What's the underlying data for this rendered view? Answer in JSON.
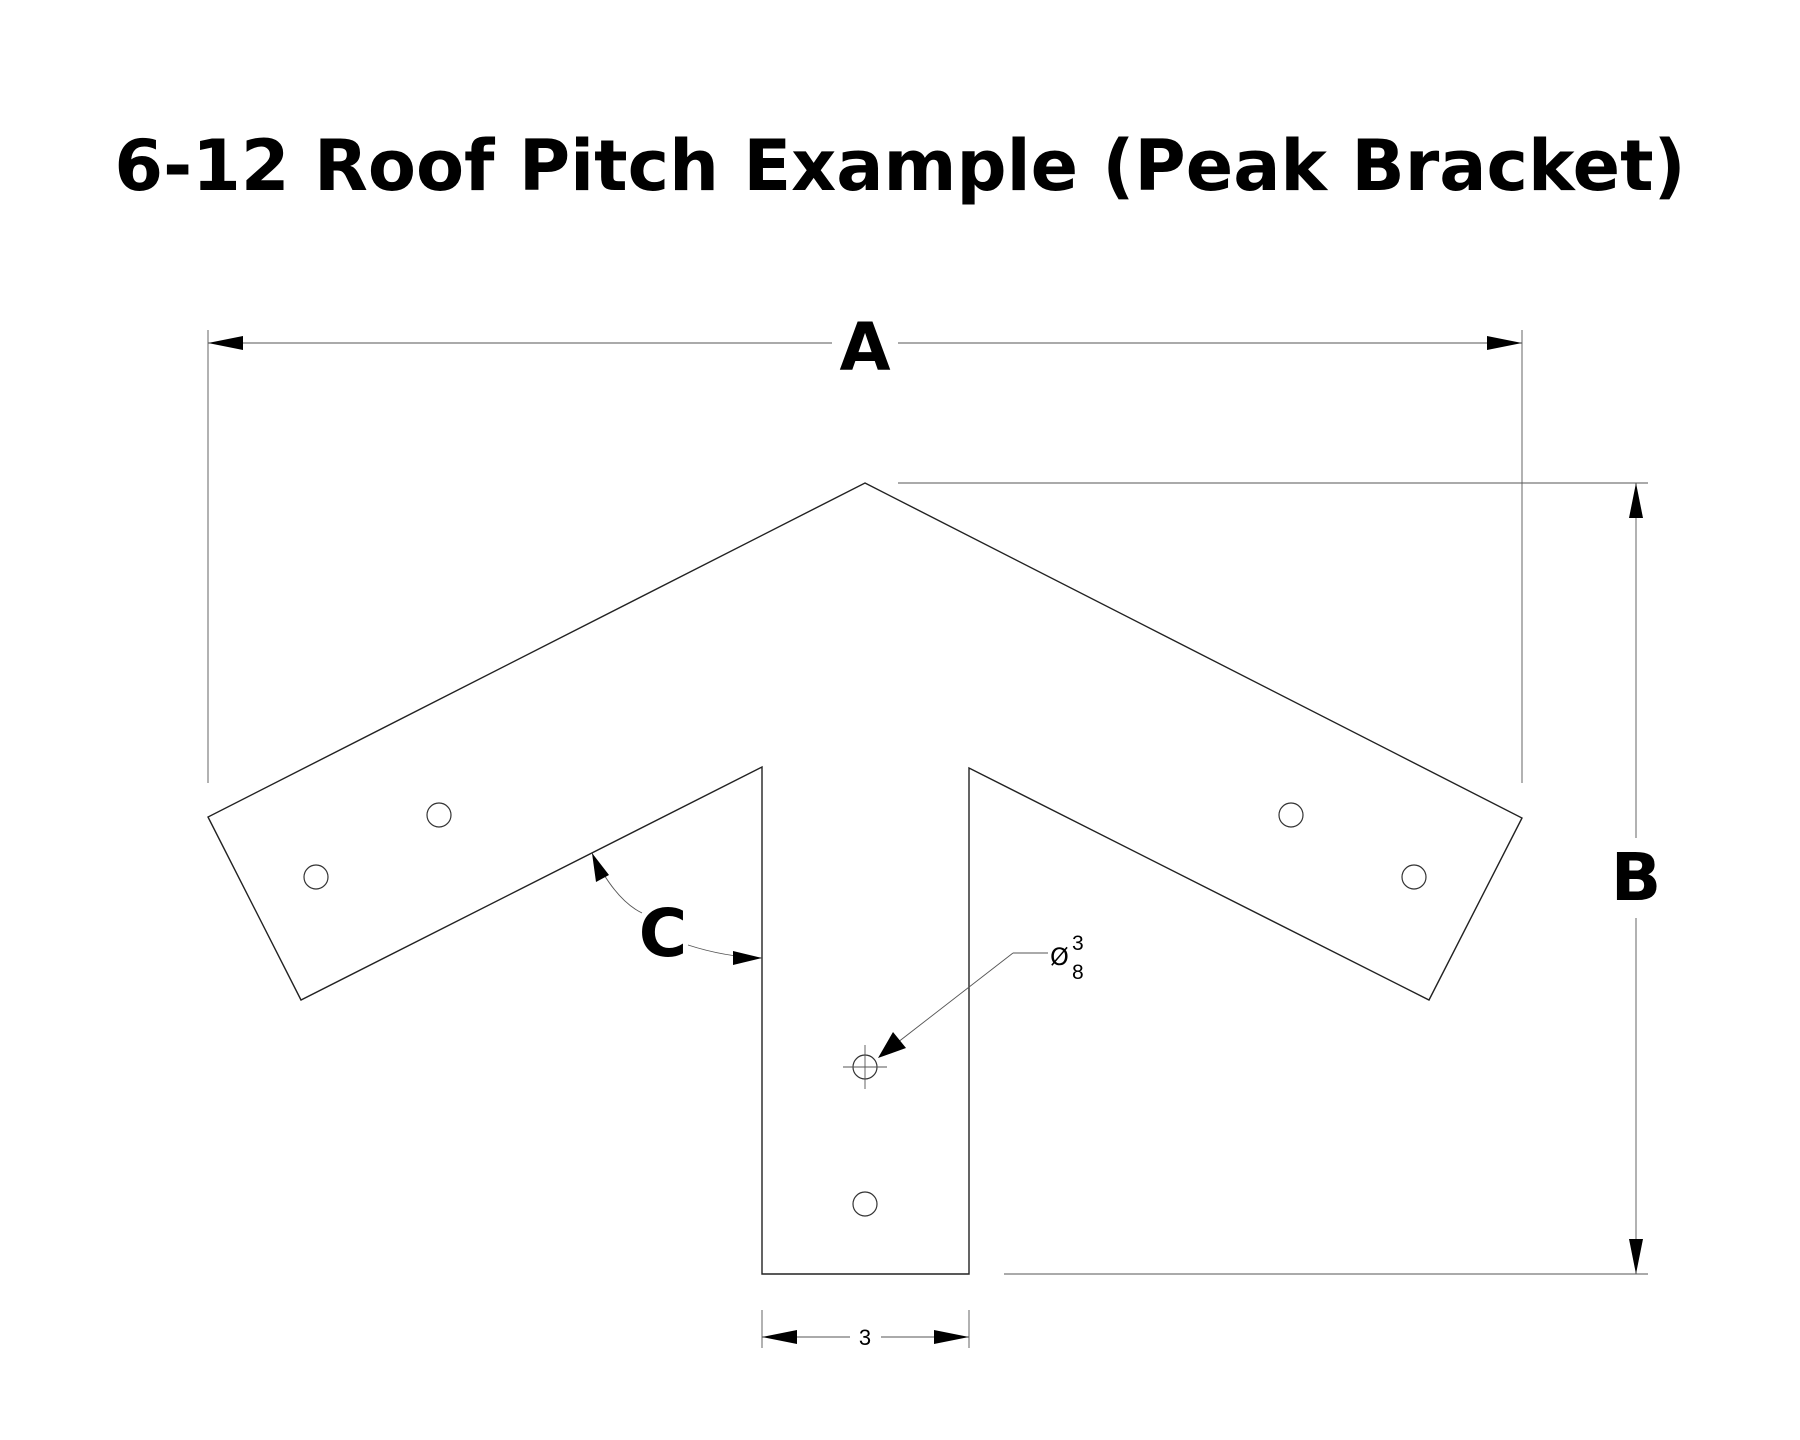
{
  "title": "6-12 Roof Pitch Example (Peak Bracket)",
  "labels": {
    "A": "A",
    "B": "B",
    "C": "C",
    "width": "3",
    "hole_diameter_symbol": "Ø",
    "hole_numerator": "3",
    "hole_denominator": "8"
  },
  "colors": {
    "line": "#222222",
    "background": "#ffffff"
  }
}
